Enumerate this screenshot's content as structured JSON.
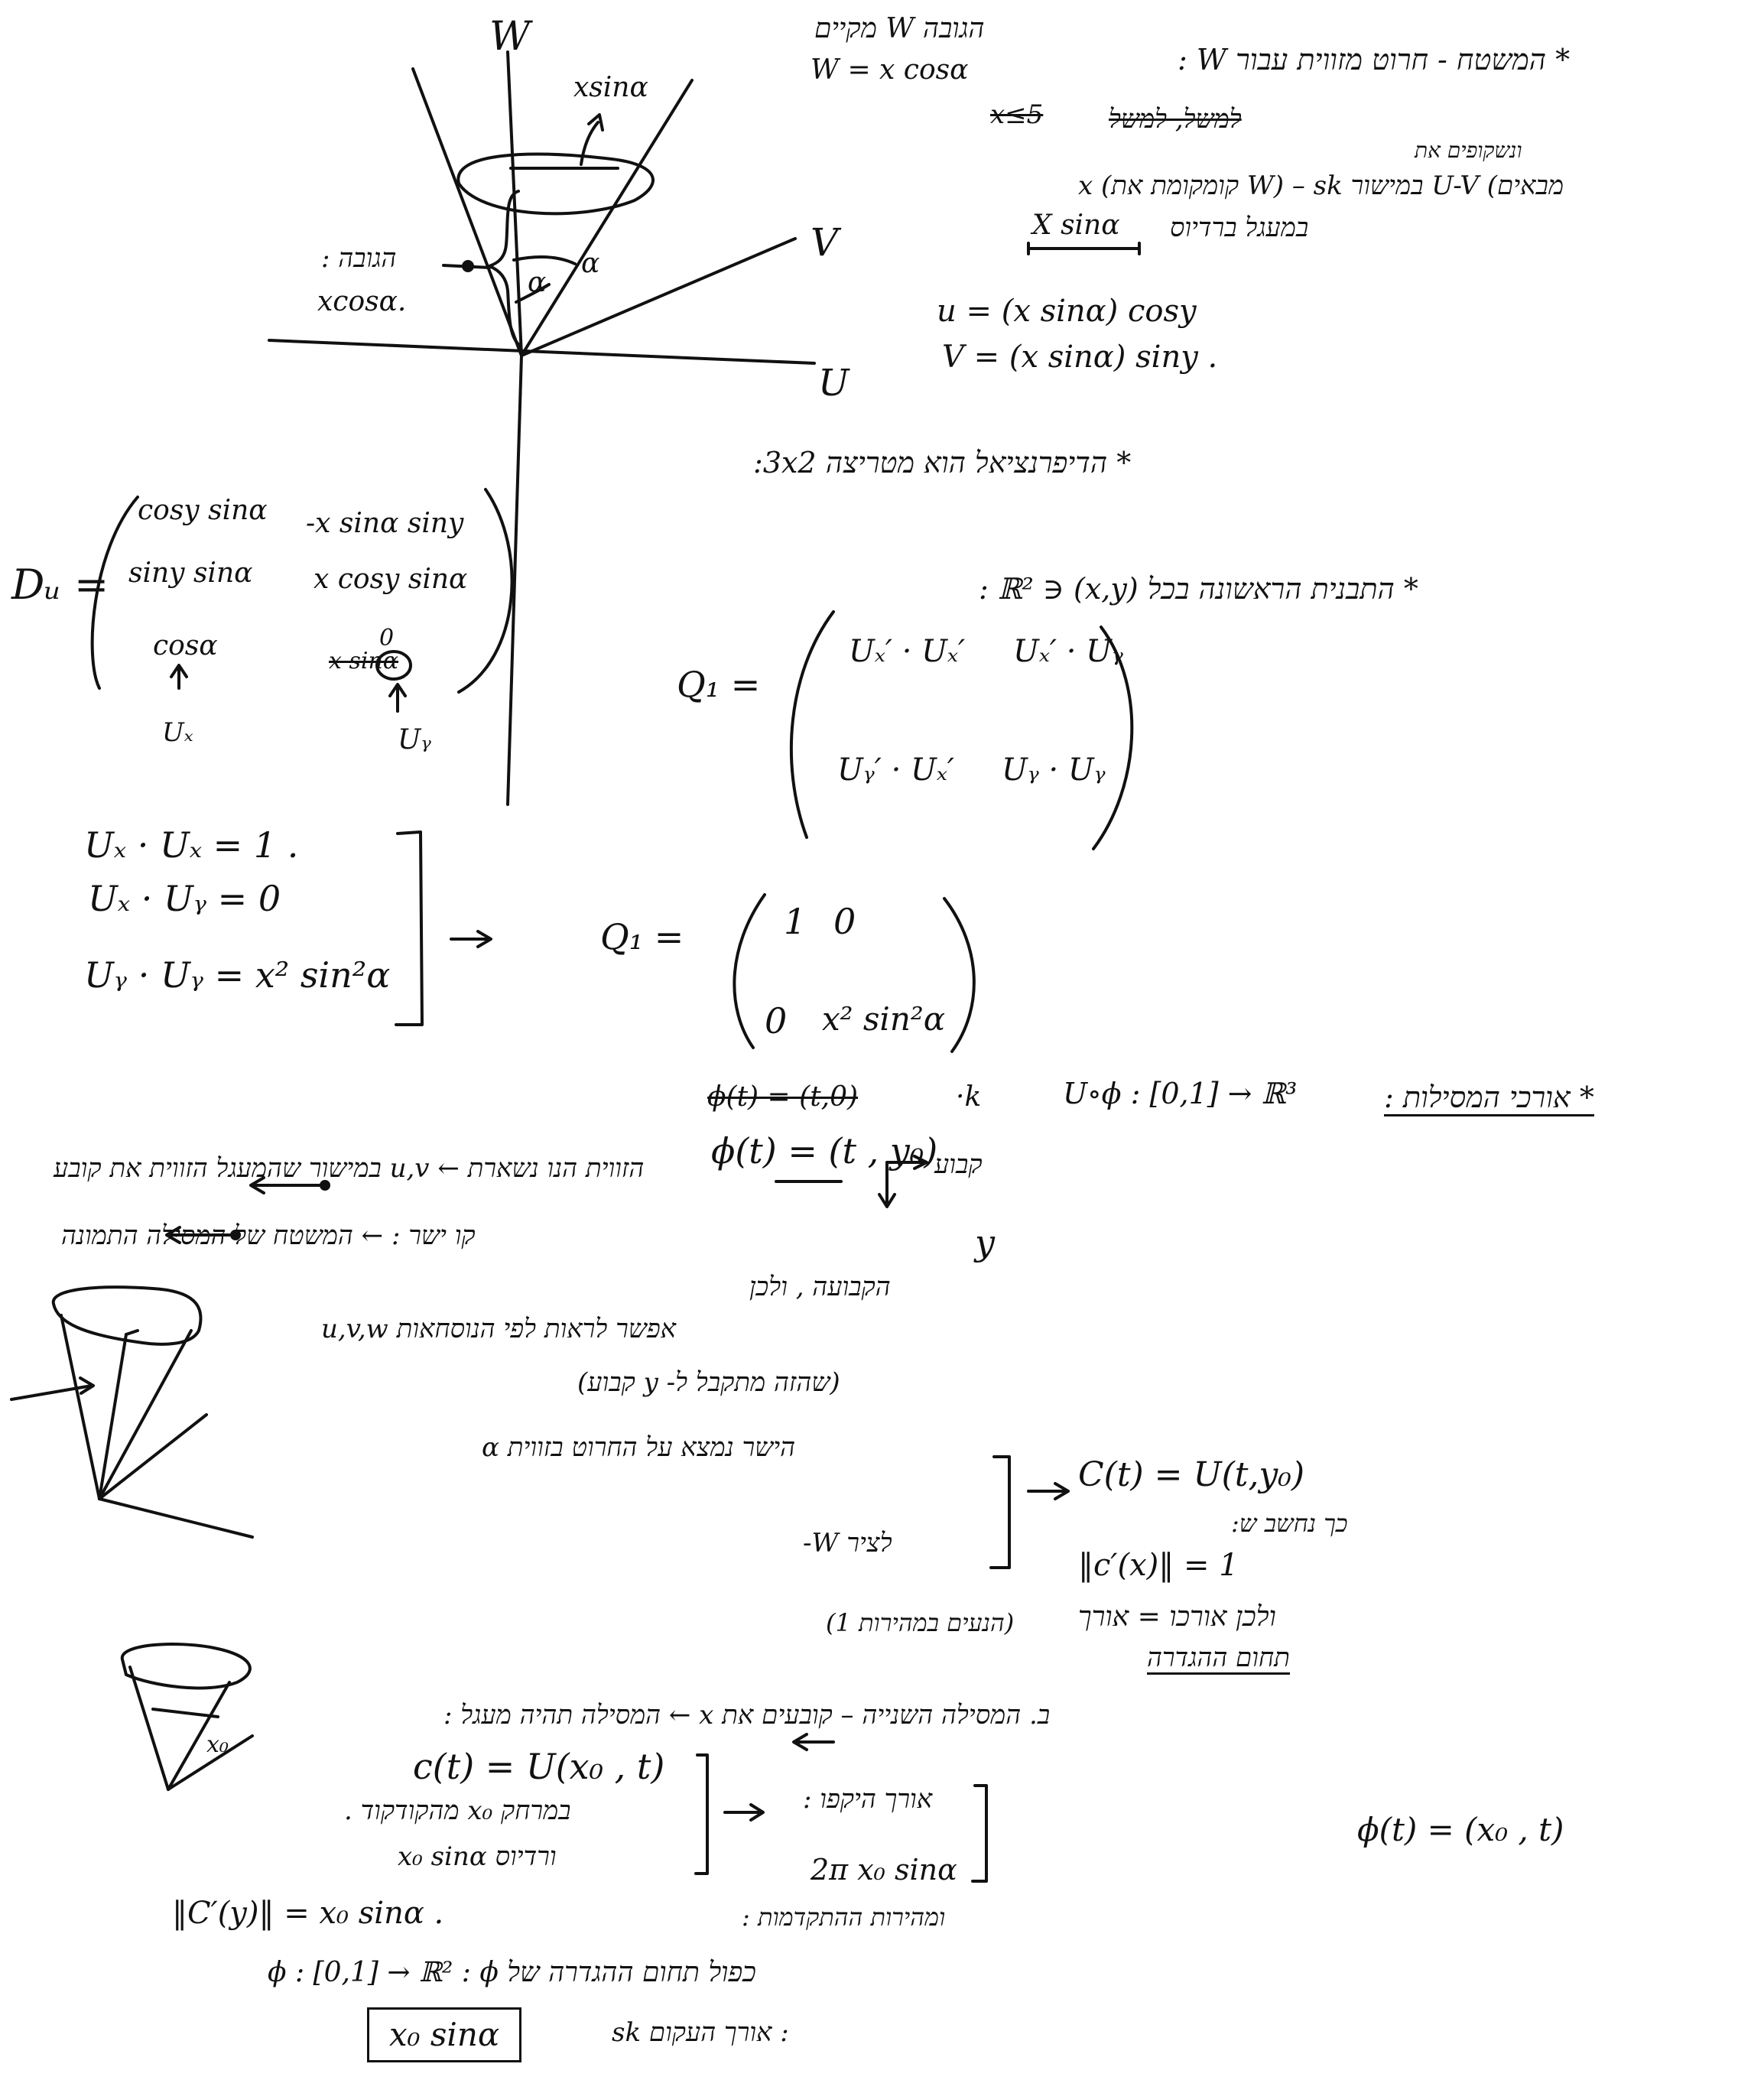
{
  "doc": {
    "cone_labels": {
      "w": "W",
      "v": "V",
      "u": "U",
      "x_sin": "xsinα",
      "alpha1": "α",
      "alpha2": "α",
      "height_he": "הגובה :",
      "height_expr": "xcosα."
    },
    "top": {
      "height_note": "הגובה W מקיים",
      "w_eq": "W = x cosα",
      "param_title": "* המשטח - חרוט מזווית עבור W :",
      "scratch": "x≤5",
      "scratch_he": "למשל, למשל",
      "proj_line1": "ונשקופים את",
      "proj_line2": "x (קומקומת את W) – sk במישור U-V (מבאים",
      "proj_line3": "במעגל ברדיוס",
      "proj_radius": "X sinα",
      "u_eq": "u = (x sinα) cosy",
      "v_eq": "V = (x sinα) siny ."
    },
    "diff": {
      "title": "* הדיפרנציאל הוא מטריצה 3x2:",
      "d_label": "Dᵤ =",
      "m11": "cosy sinα",
      "m12": "-x sinα siny",
      "m21": "siny sinα",
      "m22": "x cosy sinα",
      "m31": "cosα",
      "m32": "0",
      "m32_struck": "x sinα",
      "ux_label": "Uₓ",
      "uy_label": "Uᵧ"
    },
    "first_form": {
      "title": "* התבנית הראשונה בכל (x,y) ∈ ℝ² :",
      "q_label": "Q₁ =",
      "q11": "Uₓ′ · Uₓ′",
      "q12": "Uₓ′ · Uᵧ",
      "q21": "Uᵧ′ · Uₓ′",
      "q22": "Uᵧ · Uᵧ",
      "dot1": "Uₓ · Uₓ = 1 .",
      "dot2": "Uₓ · Uᵧ = 0",
      "dot3": "Uᵧ · Uᵧ = x² sin²α",
      "q1_label": "Q₁ =",
      "r11": "1",
      "r12": "0",
      "r21": "0",
      "r22": "x² sin²α"
    },
    "curves": {
      "title": "* אורכי המסילות :",
      "comp": "U∘ϕ : [0,1] → ℝ³",
      "k": "·k",
      "struck": "ϕ(t) = (t,0)",
      "phi": "ϕ(t) = (t , y₀)",
      "fixed": "קבוע",
      "y": "y",
      "line1": "הזווית הנו נשארת ← u,v במישור שהמעגל הזווית את קובע",
      "line2": "קו ישר : ← המשטח של המסילה התמונה",
      "line3": "הקבועה , ולכן",
      "line4": "u,v,w אפשר לראות לפי הנוסחאות",
      "line5": "(שהזה מתקבל ל- y קבוע)",
      "line6": "הישר נמצא על החרוט בזווית α",
      "line7": "לציר W-",
      "c_eq": "C(t) = U(t,y₀)",
      "calc": "כך נחשב ש:",
      "norm": "‖c′(x)‖ = 1",
      "length": "ולכן אורכו = אורך",
      "domain": "תחום ההגדרה",
      "speed": "(הנעים במהירות 1)"
    },
    "second": {
      "line1": "ב. המסילה השנייה – קובעים את x ← המסילה תהיה מעגל :",
      "c_eq": "c(t) = U(x₀ , t)",
      "phi2": "ϕ(t) = (x₀ , t)",
      "dist": "במרחק x₀ מהקודקוד .",
      "radius": "x₀ sinα ורדיוס",
      "circ_title": "אורך היקפו :",
      "circ": "2π x₀ sinα",
      "norm2": "‖C′(y)‖ = x₀ sinα .",
      "speed2": "ומהירות ההתקדמות :",
      "domain2": "ϕ : [0,1] → ℝ²  : ϕ כפול תחום ההגדרה של",
      "arc": "sk אורך העקום :",
      "answer": "x₀ sinα",
      "x0": "x₀"
    }
  }
}
